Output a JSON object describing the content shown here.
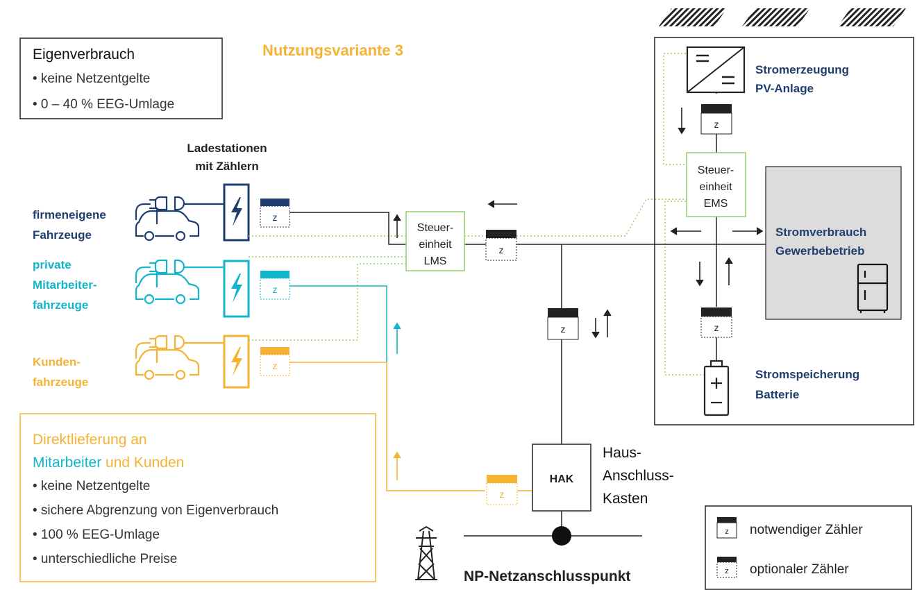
{
  "title": "Nutzungsvariante 3",
  "colors": {
    "navy": "#1f3e6f",
    "cyan": "#12b5cb",
    "yellow": "#f5b335",
    "green": "#93cf6b",
    "dark": "#222222",
    "grey_fill": "#dcdcdc"
  },
  "eigenverbrauch": {
    "heading": "Eigenverbrauch",
    "items": [
      "• keine Netzentgelte",
      "• 0 – 40 % EEG-Umlage"
    ]
  },
  "ladestationen": {
    "line1": "Ladestationen",
    "line2": "mit Zählern"
  },
  "vehicles": {
    "firm": [
      "firmeneigene",
      "Fahrzeuge"
    ],
    "private": [
      "private",
      "Mitarbeiter-",
      "fahrzeuge"
    ],
    "customer": [
      "Kunden-",
      "fahrzeuge"
    ]
  },
  "meter_label": "z",
  "lms": [
    "Steuer-",
    "einheit",
    "LMS"
  ],
  "ems": [
    "Steuer-",
    "einheit",
    "EMS"
  ],
  "pv": [
    "Stromerzeugung",
    "PV-Anlage"
  ],
  "consumer": [
    "Stromverbrauch",
    "Gewerbebetrieb"
  ],
  "storage": [
    "Stromspeicherung",
    "Batterie"
  ],
  "hak": {
    "label": "HAK",
    "caption": [
      "Haus-",
      "Anschluss-",
      "Kasten"
    ]
  },
  "netzanschluss": "NP-Netzanschlusspunkt",
  "direkt": {
    "line1": "Direktlieferung an",
    "line2_a": "Mitarbeiter",
    "line2_b": " und ",
    "line2_c": "Kunden",
    "items": [
      "• keine Netzentgelte",
      "• sichere Abgrenzung von Eigenverbrauch",
      "• 100 % EEG-Umlage",
      "• unterschiedliche Preise"
    ]
  },
  "legend": {
    "required": "notwendiger Zähler",
    "optional": "optionaler Zähler"
  }
}
